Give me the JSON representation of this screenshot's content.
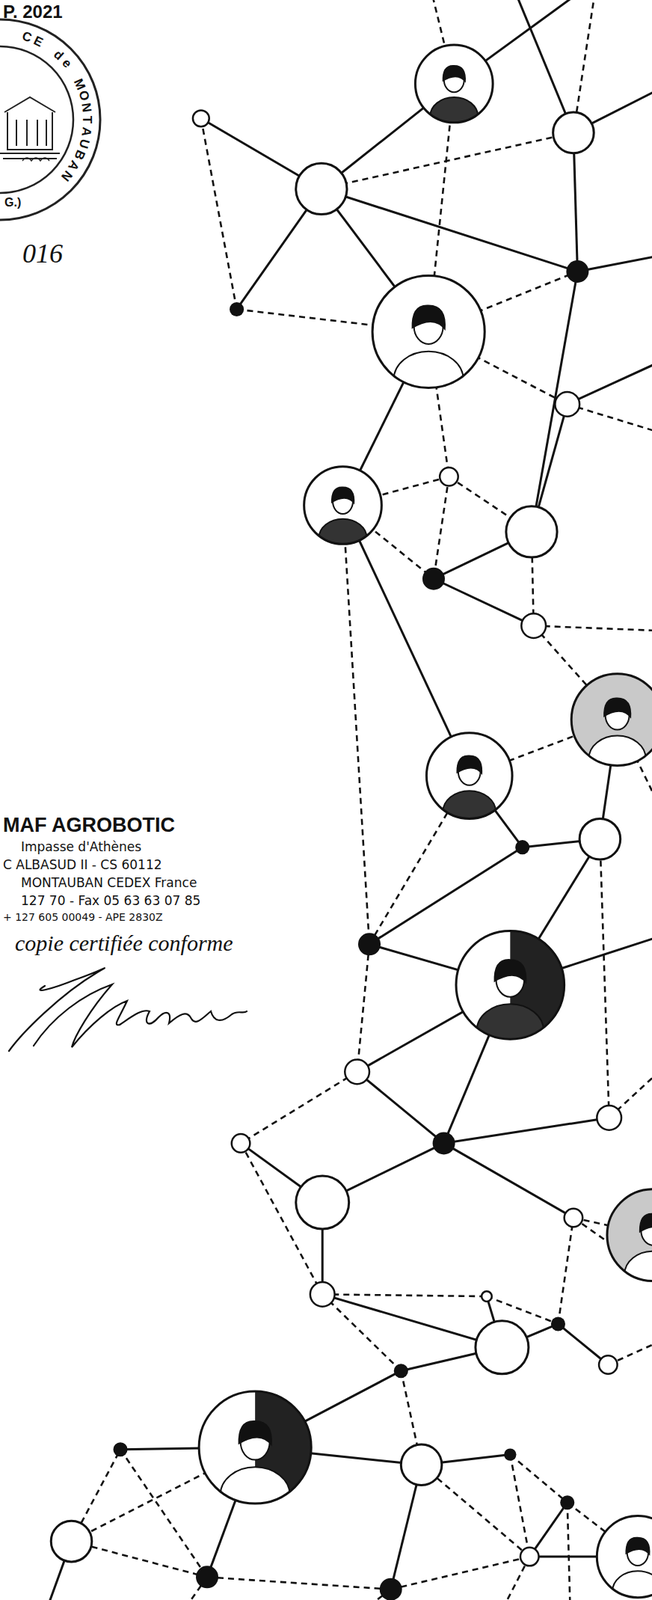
{
  "diagram": {
    "labels": [
      "P. 2021",
      "CE de MONTAUBAN",
      "G.)",
      "016",
      "MAF AGROBOTIC",
      "Impasse d'Athènes",
      "C ALBASUD II - CS 60112",
      "MONTAUBAN CEDEX France",
      "127 70 - Fax 05 63 63 07 85",
      "+ 127 605 00049 - APE 2830Z",
      "copie certifiée conforme"
    ]
  }
}
